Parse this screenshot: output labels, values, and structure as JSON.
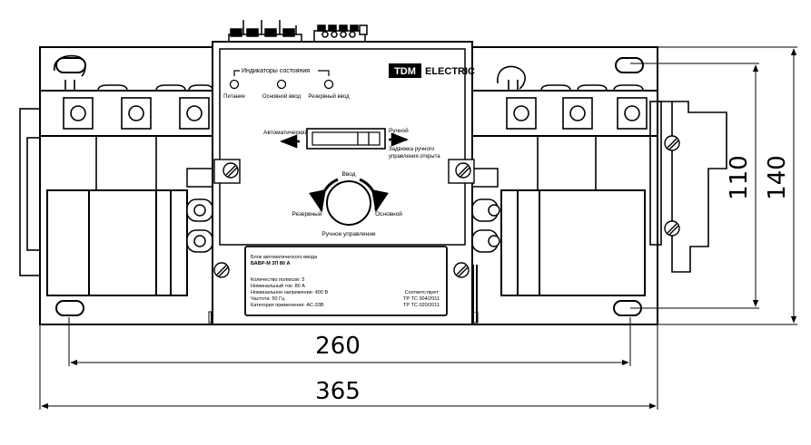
{
  "indicators": {
    "title": "Индикаторы состояния",
    "power": "Питание",
    "main_input": "Основной ввод",
    "reserve_input": "Резервный ввод"
  },
  "brand": {
    "box": "TDM",
    "word": "ELECTRIC"
  },
  "mode": {
    "auto": "Автоматический",
    "manual": "Ручной",
    "latch_line1": "Задвижка ручного",
    "latch_line2": "управления открыта"
  },
  "knob": {
    "top": "Ввод",
    "left": "Резервный",
    "right": "Основной",
    "bottom": "Ручное управление"
  },
  "plate": {
    "line1": "Блок автоматического ввода",
    "line2": "БАВР-М 3П 80 А",
    "poles": "Количество полюсов: 3",
    "current": "Номинальный ток: 80 А",
    "voltage": "Номинальное напряжение: 400 В",
    "freq": "Частота: 50 Гц",
    "category": "Категория применения: АС-33В",
    "cert1": "Соответствует:",
    "cert2": "ТР ТС 004/2011",
    "cert3": "ТР ТС 020/2011"
  },
  "dimensions": {
    "width_mount": "260",
    "width_total": "365",
    "height_mount": "110",
    "height_total": "140"
  }
}
